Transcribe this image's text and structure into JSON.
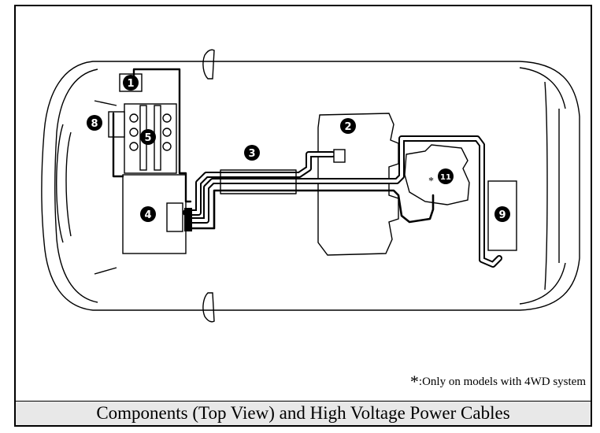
{
  "diagram": {
    "callouts": [
      {
        "id": "1",
        "label": "1"
      },
      {
        "id": "2",
        "label": "2"
      },
      {
        "id": "3",
        "label": "3"
      },
      {
        "id": "4",
        "label": "4"
      },
      {
        "id": "5",
        "label": "5"
      },
      {
        "id": "8",
        "label": "8"
      },
      {
        "id": "9",
        "label": "9"
      },
      {
        "id": "11",
        "label": "11"
      }
    ],
    "asterisk_mark": "*"
  },
  "footnote": {
    "mark": "*",
    "text": ":Only on models with 4WD system"
  },
  "caption": "Components (Top View) and High Voltage Power Cables"
}
